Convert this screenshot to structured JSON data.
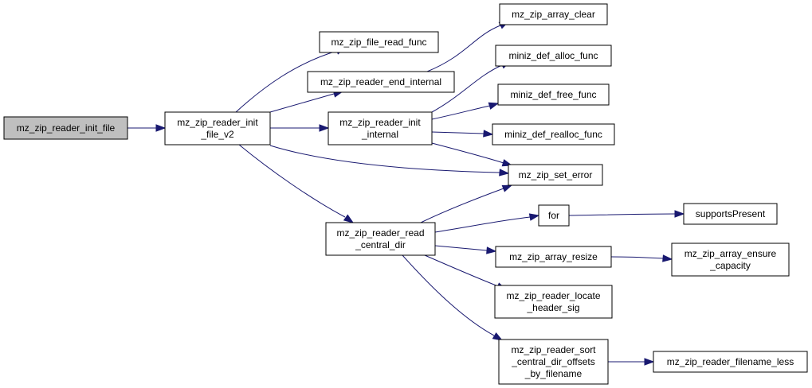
{
  "diagram": {
    "type": "call-graph",
    "nodes": {
      "n_root": {
        "lines": [
          "mz_zip_reader_init_file"
        ]
      },
      "n_v2": {
        "lines": [
          "mz_zip_reader_init",
          "_file_v2"
        ]
      },
      "n_fileread": {
        "lines": [
          "mz_zip_file_read_func"
        ]
      },
      "n_endint": {
        "lines": [
          "mz_zip_reader_end_internal"
        ]
      },
      "n_initint": {
        "lines": [
          "mz_zip_reader_init",
          "_internal"
        ]
      },
      "n_readcd": {
        "lines": [
          "mz_zip_reader_read",
          "_central_dir"
        ]
      },
      "n_arrclear": {
        "lines": [
          "mz_zip_array_clear"
        ]
      },
      "n_alloc": {
        "lines": [
          "miniz_def_alloc_func"
        ]
      },
      "n_free": {
        "lines": [
          "miniz_def_free_func"
        ]
      },
      "n_realloc": {
        "lines": [
          "miniz_def_realloc_func"
        ]
      },
      "n_seterr": {
        "lines": [
          "mz_zip_set_error"
        ]
      },
      "n_for": {
        "lines": [
          "for"
        ]
      },
      "n_supports": {
        "lines": [
          "supportsPresent"
        ]
      },
      "n_resize": {
        "lines": [
          "mz_zip_array_resize"
        ]
      },
      "n_ensure": {
        "lines": [
          "mz_zip_array_ensure",
          "_capacity"
        ]
      },
      "n_locate": {
        "lines": [
          "mz_zip_reader_locate",
          "_header_sig"
        ]
      },
      "n_sort": {
        "lines": [
          "mz_zip_reader_sort",
          "_central_dir_offsets",
          "_by_filename"
        ]
      },
      "n_fnless": {
        "lines": [
          "mz_zip_reader_filename_less"
        ]
      }
    },
    "edges": [
      {
        "from": "n_root",
        "to": "n_v2"
      },
      {
        "from": "n_v2",
        "to": "n_fileread"
      },
      {
        "from": "n_v2",
        "to": "n_endint"
      },
      {
        "from": "n_v2",
        "to": "n_initint"
      },
      {
        "from": "n_v2",
        "to": "n_seterr"
      },
      {
        "from": "n_v2",
        "to": "n_readcd"
      },
      {
        "from": "n_endint",
        "to": "n_arrclear"
      },
      {
        "from": "n_initint",
        "to": "n_alloc"
      },
      {
        "from": "n_initint",
        "to": "n_free"
      },
      {
        "from": "n_initint",
        "to": "n_realloc"
      },
      {
        "from": "n_initint",
        "to": "n_seterr"
      },
      {
        "from": "n_readcd",
        "to": "n_seterr"
      },
      {
        "from": "n_readcd",
        "to": "n_for"
      },
      {
        "from": "n_readcd",
        "to": "n_resize"
      },
      {
        "from": "n_readcd",
        "to": "n_locate"
      },
      {
        "from": "n_readcd",
        "to": "n_sort"
      },
      {
        "from": "n_for",
        "to": "n_supports"
      },
      {
        "from": "n_resize",
        "to": "n_ensure"
      },
      {
        "from": "n_sort",
        "to": "n_fnless"
      }
    ]
  }
}
